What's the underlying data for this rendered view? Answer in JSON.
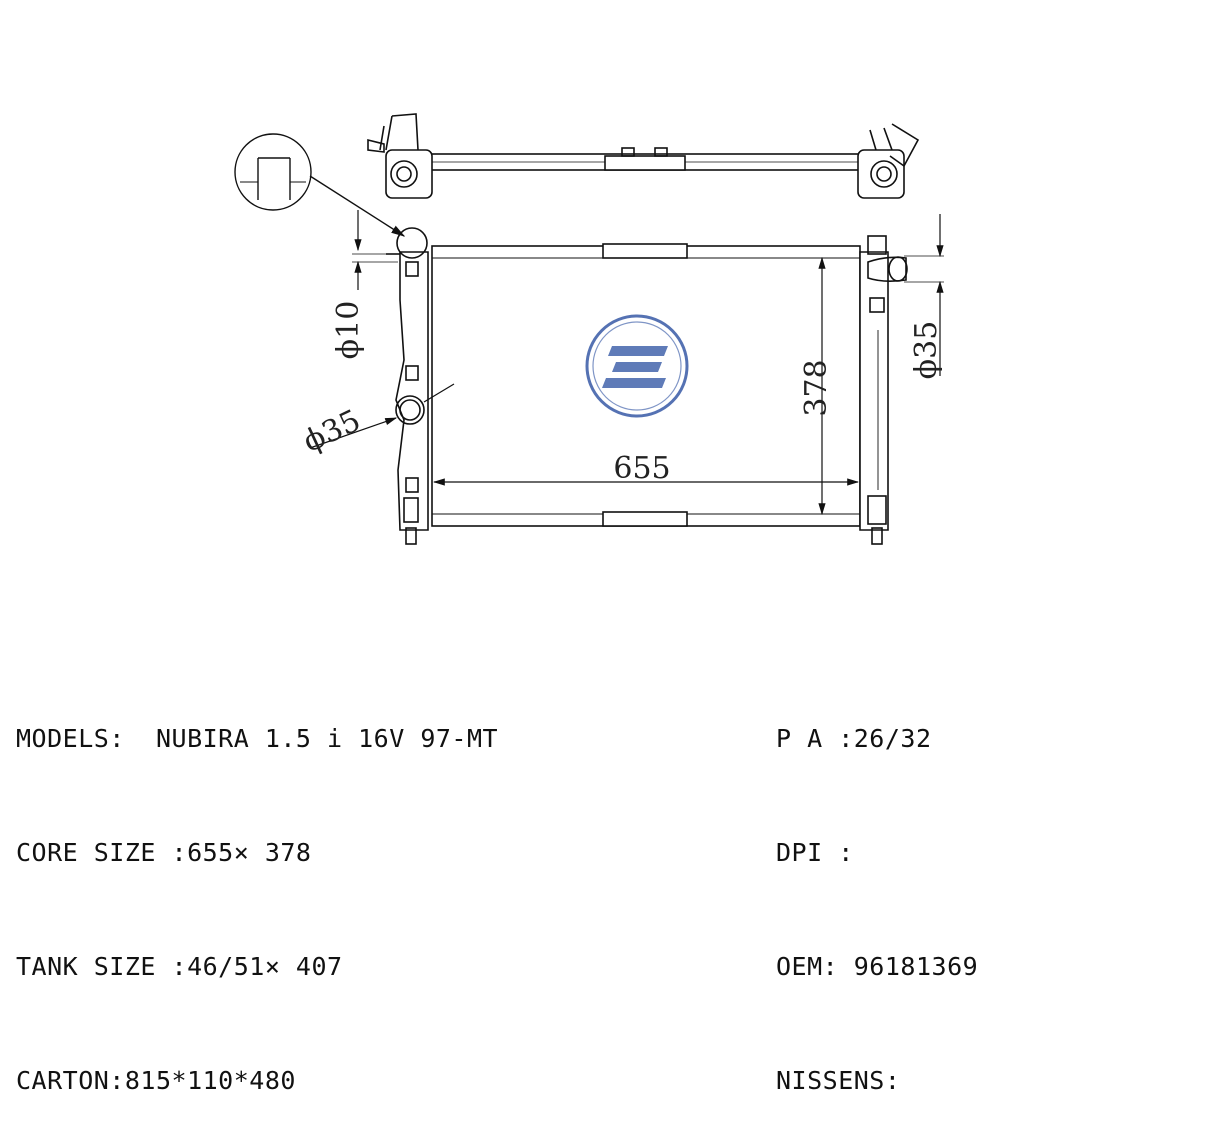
{
  "drawing": {
    "dimensions": {
      "width": "655",
      "height": "378",
      "inlet_diameter": "ϕ35",
      "outlet_diameter": "ϕ35",
      "small_pipe_diameter": "ϕ10"
    },
    "logo_color": "#2a4fa0"
  },
  "specs_left": {
    "models": "MODELS:  NUBIRA 1.5 i 16V 97-MT",
    "core_size": "CORE SIZE :655× 378",
    "tank_size": "TANK SIZE :46/51× 407",
    "carton": "CARTON:815*110*480"
  },
  "specs_right": {
    "pa": "P A :26/32",
    "dpi": "DPI :",
    "oem": "OEM: 96181369",
    "nissens": "NISSENS:"
  }
}
